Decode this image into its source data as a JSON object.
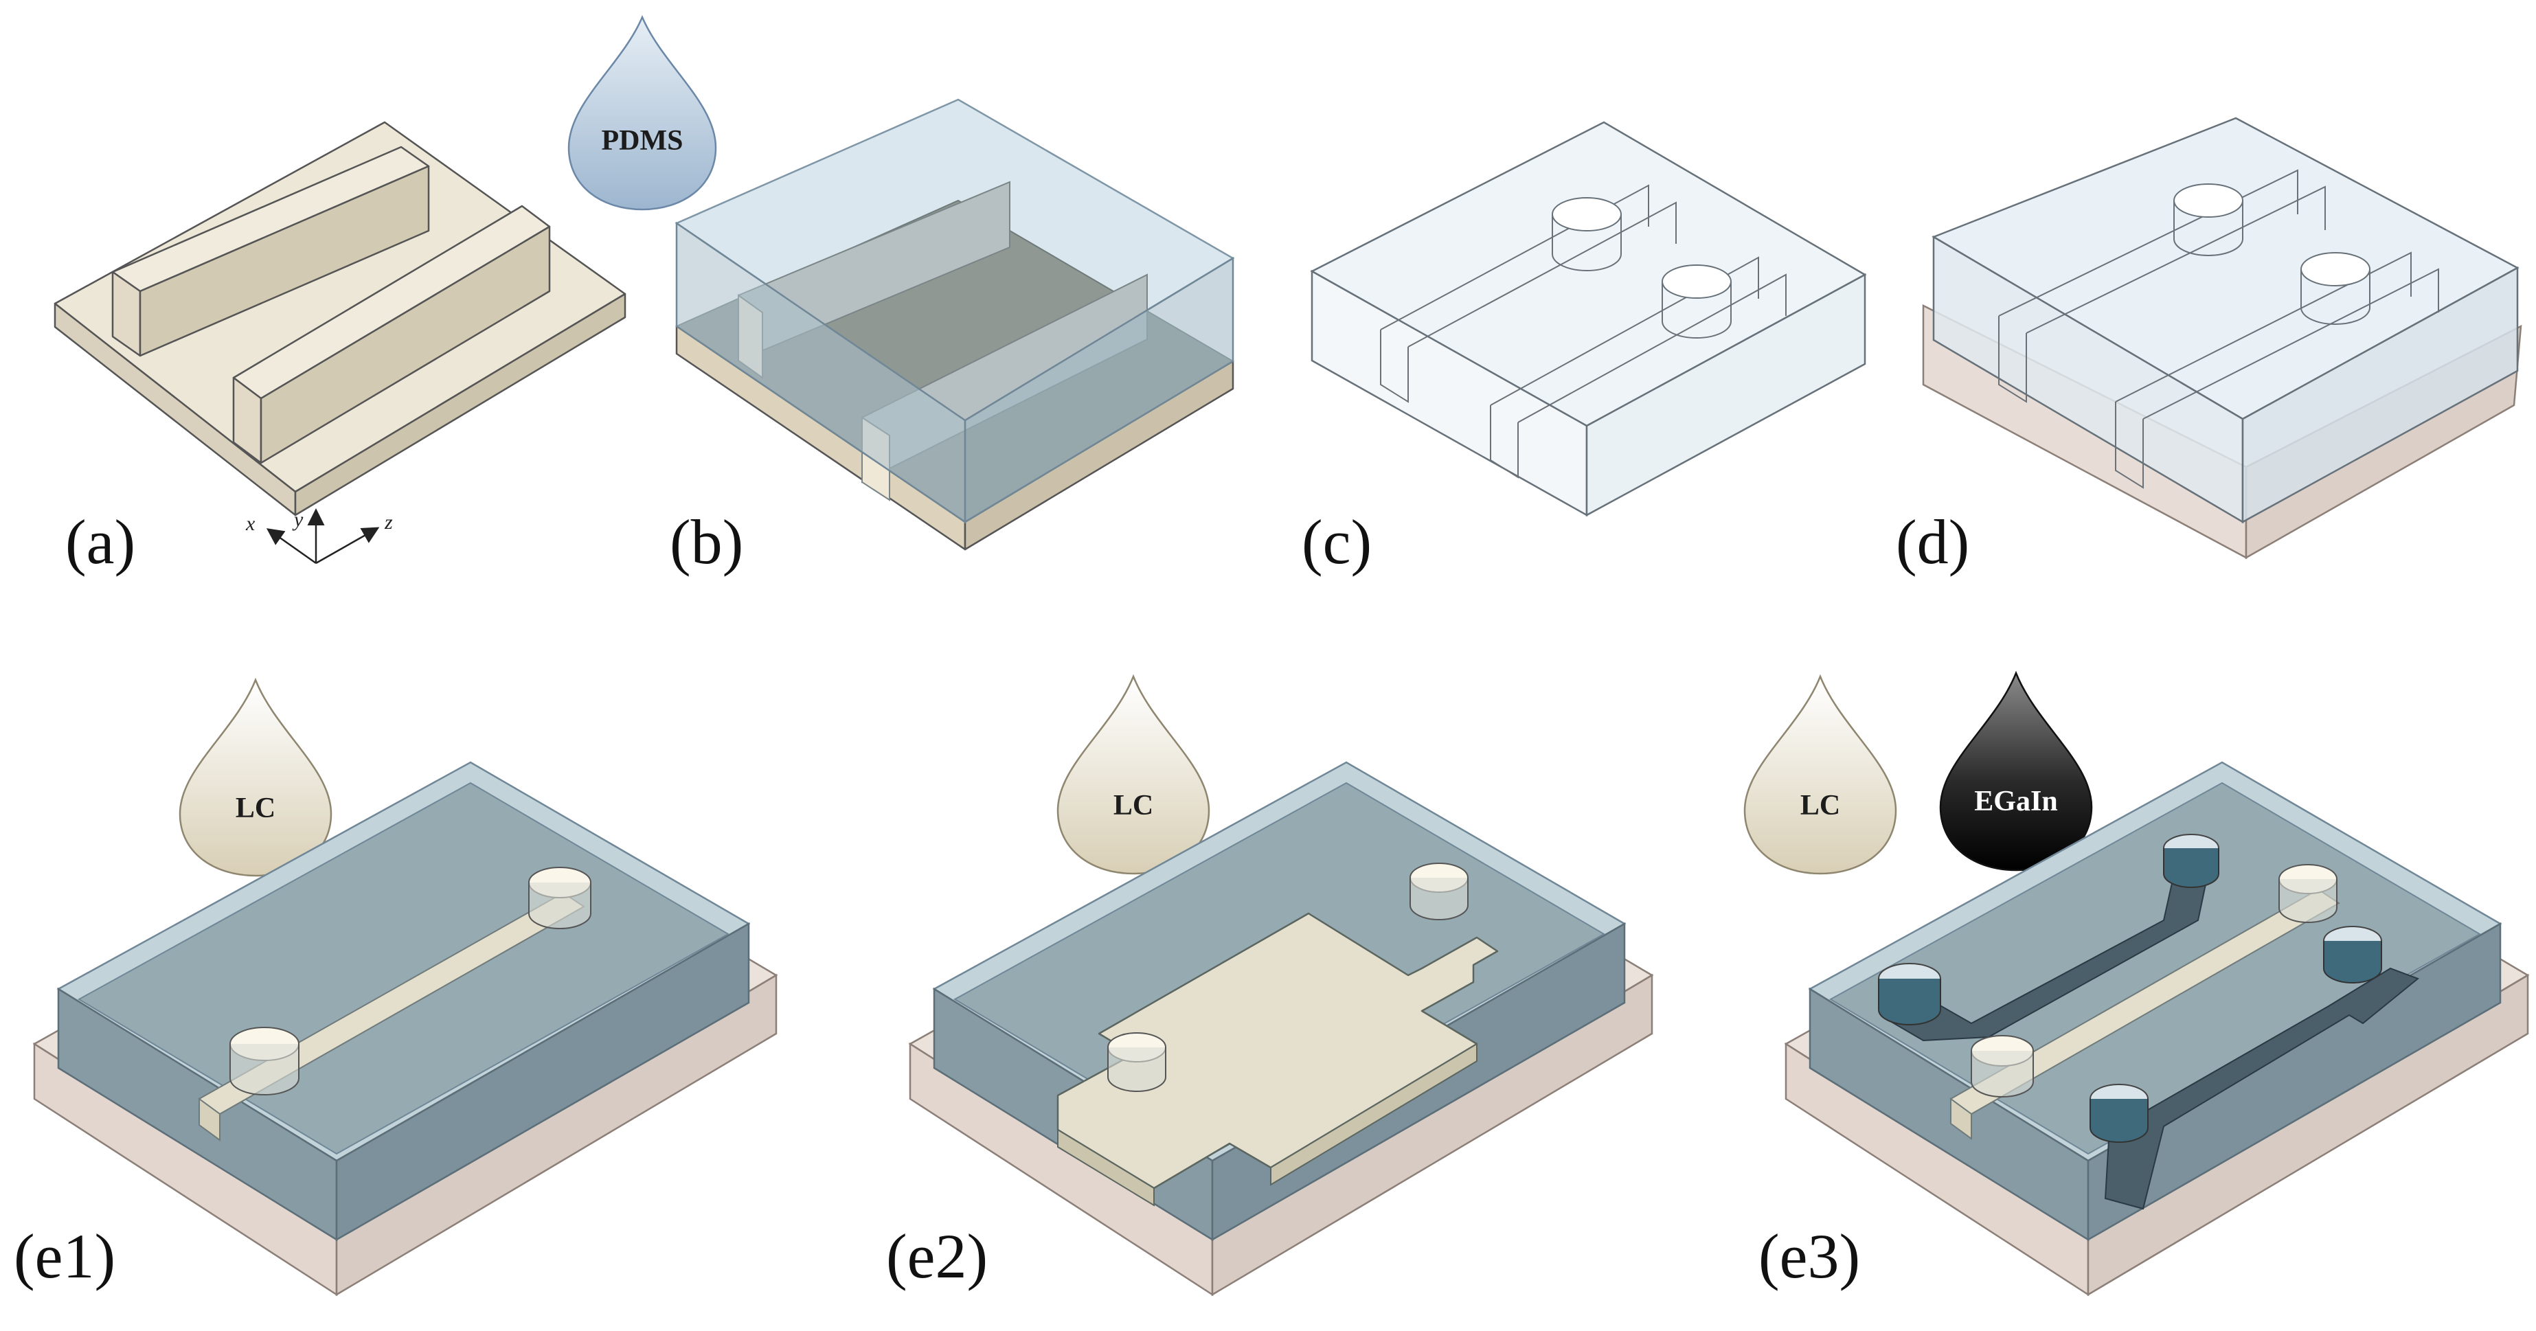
{
  "figure": {
    "panels": [
      {
        "id": "a",
        "label": "(a)"
      },
      {
        "id": "b",
        "label": "(b)"
      },
      {
        "id": "c",
        "label": "(c)"
      },
      {
        "id": "d",
        "label": "(d)"
      },
      {
        "id": "e1",
        "label": "(e1)"
      },
      {
        "id": "e2",
        "label": "(e2)"
      },
      {
        "id": "e3",
        "label": "(e3)"
      }
    ],
    "axes": {
      "x": "x",
      "y": "y",
      "z": "z"
    },
    "drops": {
      "pdms": {
        "label": "PDMS"
      },
      "lc_e1": {
        "label": "LC"
      },
      "lc_e2": {
        "label": "LC"
      },
      "lc_e3": {
        "label": "LC"
      },
      "egain": {
        "label": "EGaIn"
      }
    }
  },
  "colors": {
    "mold": "#e3dccb",
    "pdms_blue": "#cfe0ea",
    "substrate": "#ece2dc",
    "channel_liquid": "#8ea3ad",
    "lc_fill": "#e7e3d4",
    "egain_fill": "#3c4f5a"
  }
}
